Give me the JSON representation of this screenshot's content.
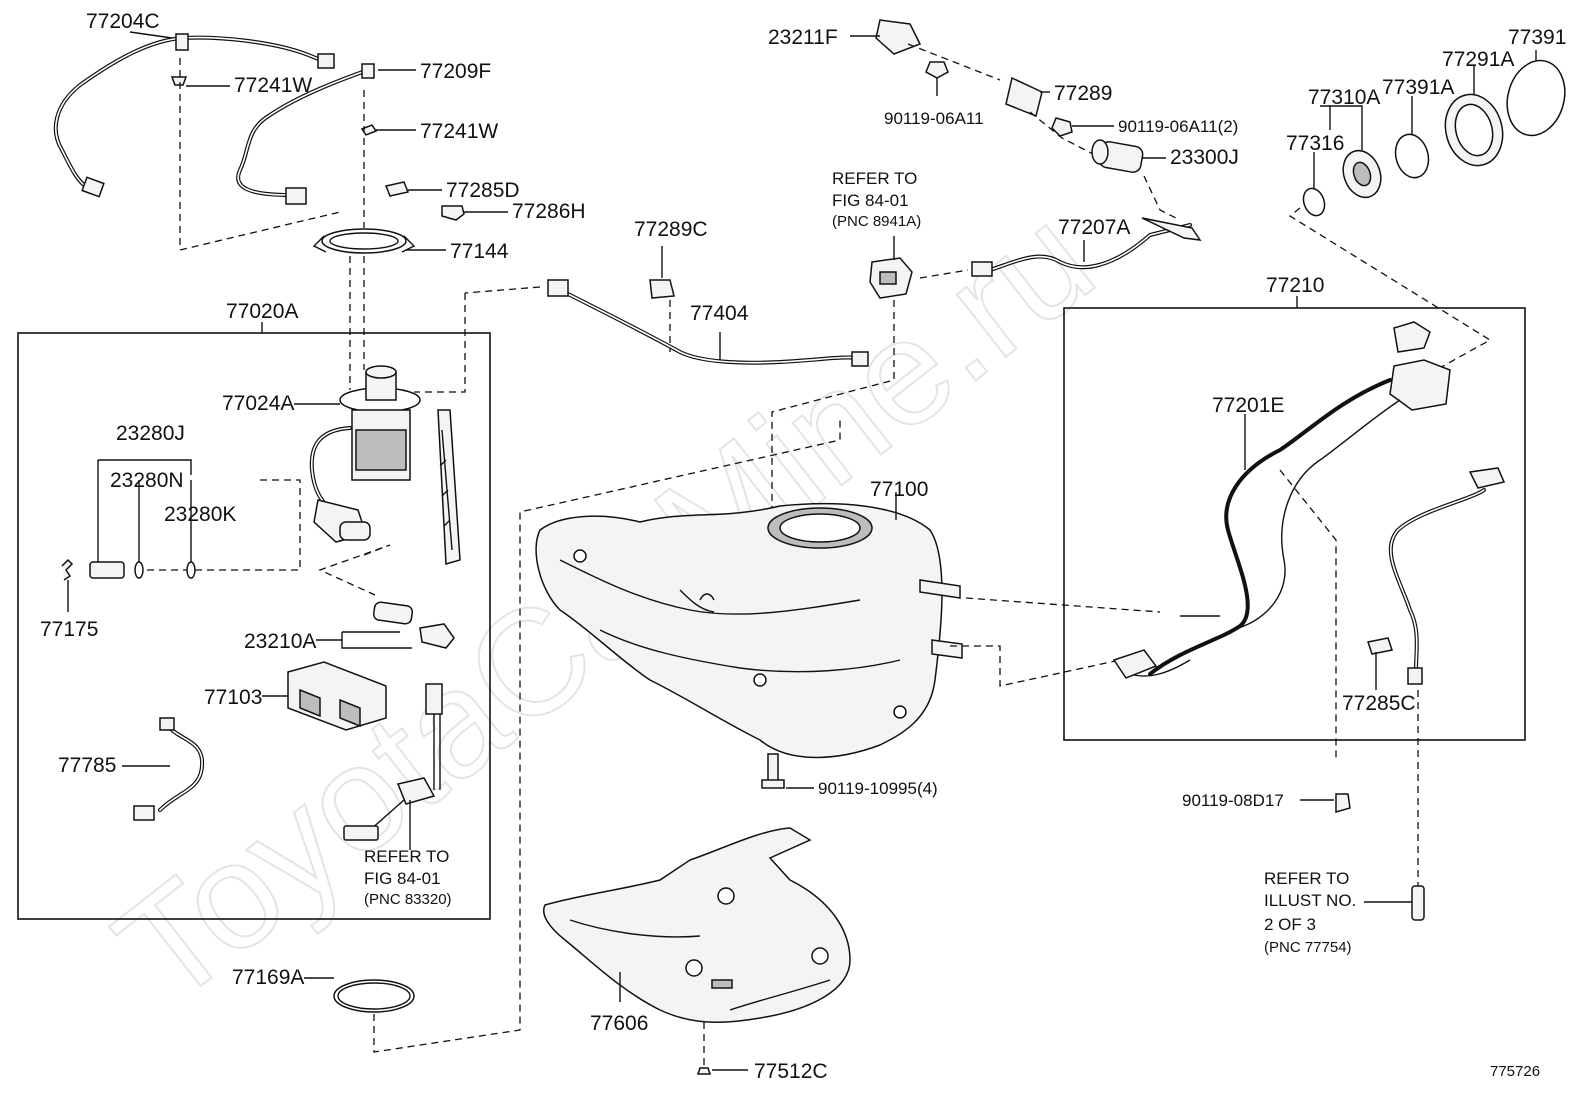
{
  "watermark": "ToyotaCarMine.ru",
  "figure_number": "775726",
  "labels": {
    "p77204C": "77204C",
    "p77241W_a": "77241W",
    "p77209F": "77209F",
    "p77241W_b": "77241W",
    "p77285D": "77285D",
    "p77286H": "77286H",
    "p77144": "77144",
    "p77020A": "77020A",
    "p77024A": "77024A",
    "p23280J": "23280J",
    "p23280N": "23280N",
    "p23280K": "23280K",
    "p77175": "77175",
    "p23210A": "23210A",
    "p77103": "77103",
    "p77785": "77785",
    "p77169A": "77169A",
    "p23211F": "23211F",
    "p77289": "77289",
    "p90119_06A11": "90119-06A11",
    "p90119_06A11_2": "90119-06A11(2)",
    "p23300J": "23300J",
    "p77289C": "77289C",
    "p77404": "77404",
    "p77207A": "77207A",
    "p77100": "77100",
    "p90119_10995": "90119-10995(4)",
    "p77606": "77606",
    "p77512C": "77512C",
    "p77391": "77391",
    "p77291A": "77291A",
    "p77310A": "77310A",
    "p77391A": "77391A",
    "p77316": "77316",
    "p77210": "77210",
    "p77201E": "77201E",
    "p77285C": "77285C",
    "p90119_08D17": "90119-08D17"
  },
  "notes": {
    "refer_8941A": {
      "line1": "REFER TO",
      "line2": "FIG 84-01",
      "line3": "(PNC 8941A)"
    },
    "refer_83320": {
      "line1": "REFER TO",
      "line2": "FIG 84-01",
      "line3": "(PNC 83320)"
    },
    "refer_77754": {
      "line1": "REFER TO",
      "line2": "ILLUST NO.",
      "line3": "2 OF 3",
      "line4": "(PNC 77754)"
    }
  }
}
